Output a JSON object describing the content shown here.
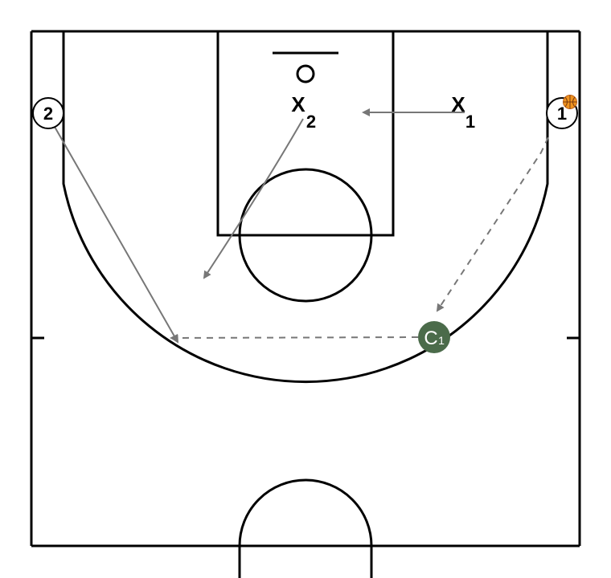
{
  "offense": [
    {
      "id": "player-2",
      "label": "2"
    },
    {
      "id": "player-1",
      "label": "1"
    }
  ],
  "defense": [
    {
      "id": "defender-x2",
      "mark": "X",
      "sub": "2"
    },
    {
      "id": "defender-x1",
      "mark": "X",
      "sub": "1"
    }
  ],
  "coach": {
    "mark": "C",
    "sub": "1",
    "color": "#4b6b4a"
  },
  "colors": {
    "court_lines": "#000000",
    "movement_arrows": "#777777",
    "ball": "#f0941f",
    "background": "#ffffff"
  },
  "icons": {
    "basket": "hoop-ring-icon",
    "ball": "basketball-icon"
  }
}
